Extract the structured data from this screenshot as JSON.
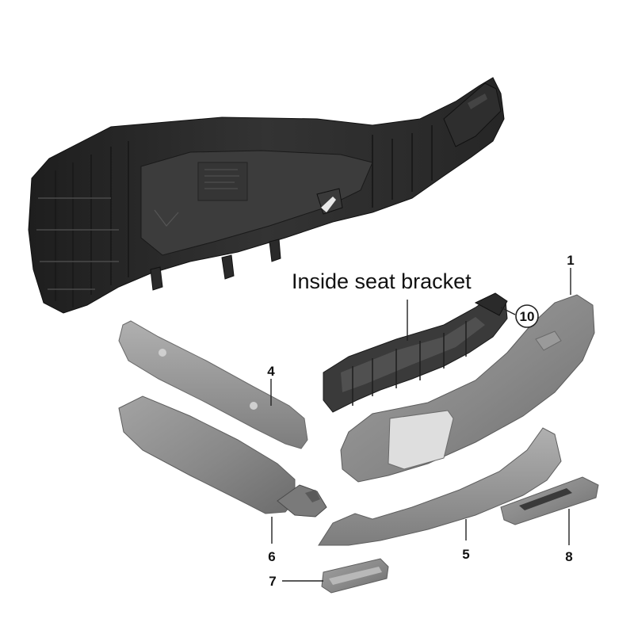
{
  "annotation": "Inside seat bracket",
  "callouts": {
    "c1": "1",
    "c4": "4",
    "c5": "5",
    "c6": "6",
    "c7": "7",
    "c8": "8",
    "c10": "10"
  },
  "colors": {
    "bracket": "#2a2a2a",
    "trim": "#8c8c8c",
    "trim_dark": "#6f6f6f",
    "background": "#ffffff"
  }
}
